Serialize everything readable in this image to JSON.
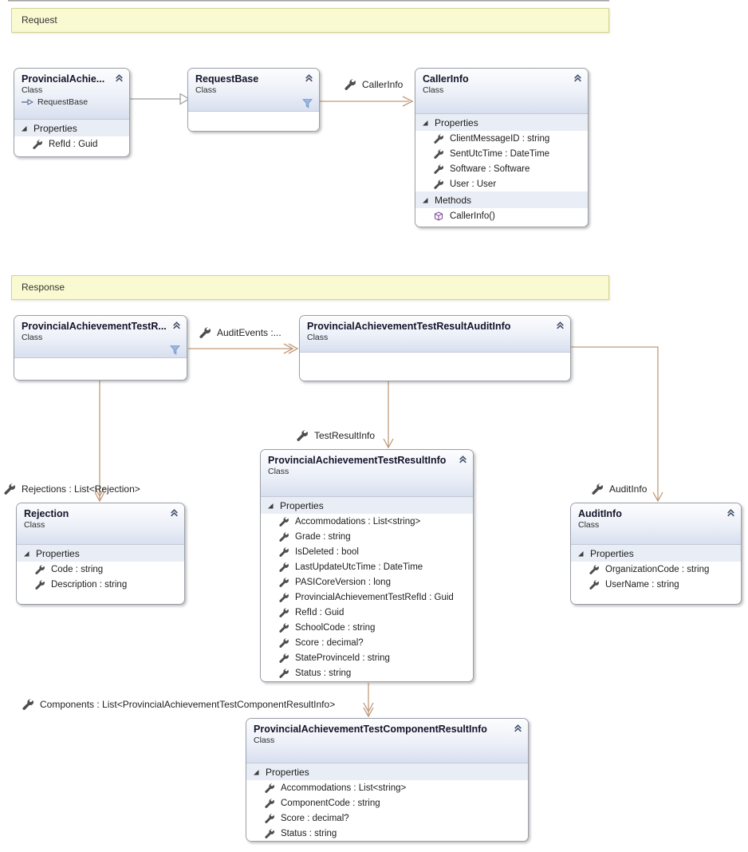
{
  "banners": {
    "request": "Request",
    "response": "Response"
  },
  "connector_labels": {
    "caller_info": "CallerInfo",
    "audit_events": "AuditEvents :...",
    "test_result_info": "TestResultInfo",
    "audit_info": "AuditInfo",
    "rejections": "Rejections : List<Rejection>",
    "components": "Components : List<ProvincialAchievementTestComponentResultInfo>"
  },
  "classes": {
    "request_dto": {
      "title": "ProvincialAchie...",
      "kind": "Class",
      "base": "RequestBase",
      "properties_label": "Properties",
      "properties": [
        "RefId : Guid"
      ]
    },
    "request_base": {
      "title": "RequestBase",
      "kind": "Class"
    },
    "caller_info": {
      "title": "CallerInfo",
      "kind": "Class",
      "properties_label": "Properties",
      "properties": [
        "ClientMessageID : string",
        "SentUtcTime : DateTime",
        "Software : Software",
        "User : User"
      ],
      "methods_label": "Methods",
      "methods": [
        "CallerInfo()"
      ]
    },
    "response_dto": {
      "title": "ProvincialAchievementTestR...",
      "kind": "Class"
    },
    "result_audit_info": {
      "title": "ProvincialAchievementTestResultAuditInfo",
      "kind": "Class"
    },
    "rejection": {
      "title": "Rejection",
      "kind": "Class",
      "properties_label": "Properties",
      "properties": [
        "Code : string",
        "Description : string"
      ]
    },
    "result_info": {
      "title": "ProvincialAchievementTestResultInfo",
      "kind": "Class",
      "properties_label": "Properties",
      "properties": [
        "Accommodations : List<string>",
        "Grade : string",
        "IsDeleted : bool",
        "LastUpdateUtcTime : DateTime",
        "PASICoreVersion : long",
        "ProvincialAchievementTestRefId : Guid",
        "RefId : Guid",
        "SchoolCode : string",
        "Score : decimal?",
        "StateProvinceId : string",
        "Status : string"
      ]
    },
    "audit_info": {
      "title": "AuditInfo",
      "kind": "Class",
      "properties_label": "Properties",
      "properties": [
        "OrganizationCode : string",
        "UserName : string"
      ]
    },
    "component_result_info": {
      "title": "ProvincialAchievementTestComponentResultInfo",
      "kind": "Class",
      "properties_label": "Properties",
      "properties": [
        "Accommodations : List<string>",
        "ComponentCode : string",
        "Score : decimal?",
        "Status : string"
      ]
    }
  },
  "colors": {
    "connector": "#c09a7a",
    "inheritance": "#9b9b9b",
    "banner_bg": "#fafad2",
    "banner_border": "#d4d48e",
    "header_gradient_end": "#d8dfef",
    "section_bg": "#e9edf5",
    "method_icon": "#7d3f98",
    "filter_icon": "#9db8e2"
  }
}
